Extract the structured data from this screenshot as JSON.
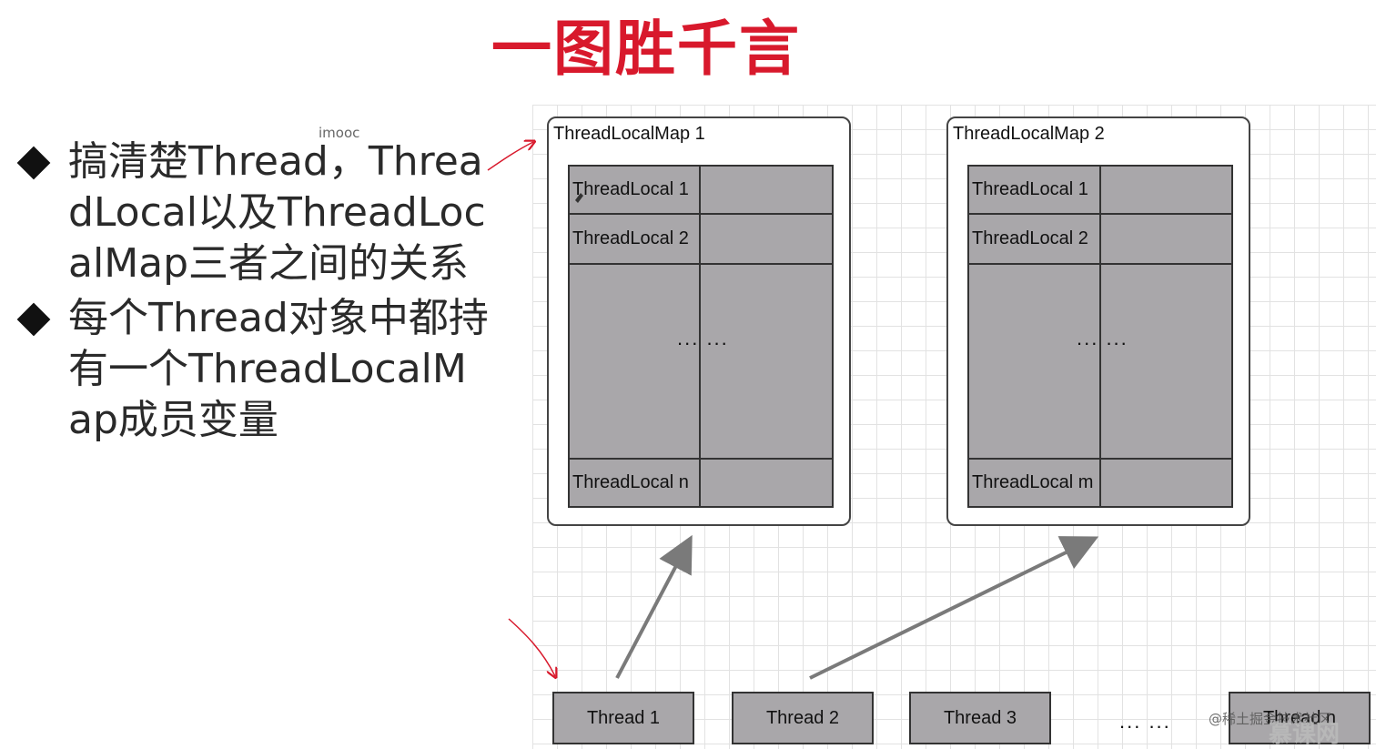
{
  "title": "一图胜千言",
  "watermark_top": "imooc",
  "bullets": [
    "搞清楚Thread，ThreadLocal以及ThreadLocalMap三者之间的关系",
    "每个Thread对象中都持有一个ThreadLocalMap成员变量"
  ],
  "maps": [
    {
      "label": "ThreadLocalMap 1",
      "rows": [
        "ThreadLocal 1",
        "ThreadLocal 2",
        "ThreadLocal n"
      ],
      "ellipsis": "... ..."
    },
    {
      "label": "ThreadLocalMap 2",
      "rows": [
        "ThreadLocal 1",
        "ThreadLocal 2",
        "ThreadLocal m"
      ],
      "ellipsis": "... ..."
    }
  ],
  "threads": [
    "Thread 1",
    "Thread 2",
    "Thread 3",
    "Thread n"
  ],
  "threads_ellipsis": "... ...",
  "watermark_bottom": "@稀土掘金技术社区",
  "logo_text": "慕课网",
  "colors": {
    "title": "#d8192c",
    "cell_fill": "#a9a7aa",
    "annotation": "#d8192c",
    "arrow": "#7a7a7a"
  }
}
